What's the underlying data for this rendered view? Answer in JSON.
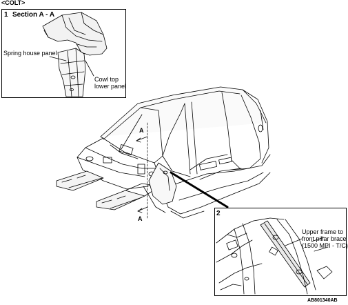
{
  "header": {
    "model_label": "<COLT>"
  },
  "inset_1": {
    "number": "1",
    "title": "Section A - A",
    "labels": {
      "spring_house_panel": "Spring house panel",
      "cowl_top_line1": "Cowl top",
      "cowl_top_line2": "lower panel"
    }
  },
  "main_view": {
    "section_marker_upper": "A",
    "section_marker_lower": "A"
  },
  "inset_2": {
    "number": "2",
    "label_line1": "Upper frame to",
    "label_line2": "front pillar brace",
    "label_line3": "(1500 MPI - T/C)"
  },
  "footer": {
    "figure_code": "AB801340AB"
  }
}
